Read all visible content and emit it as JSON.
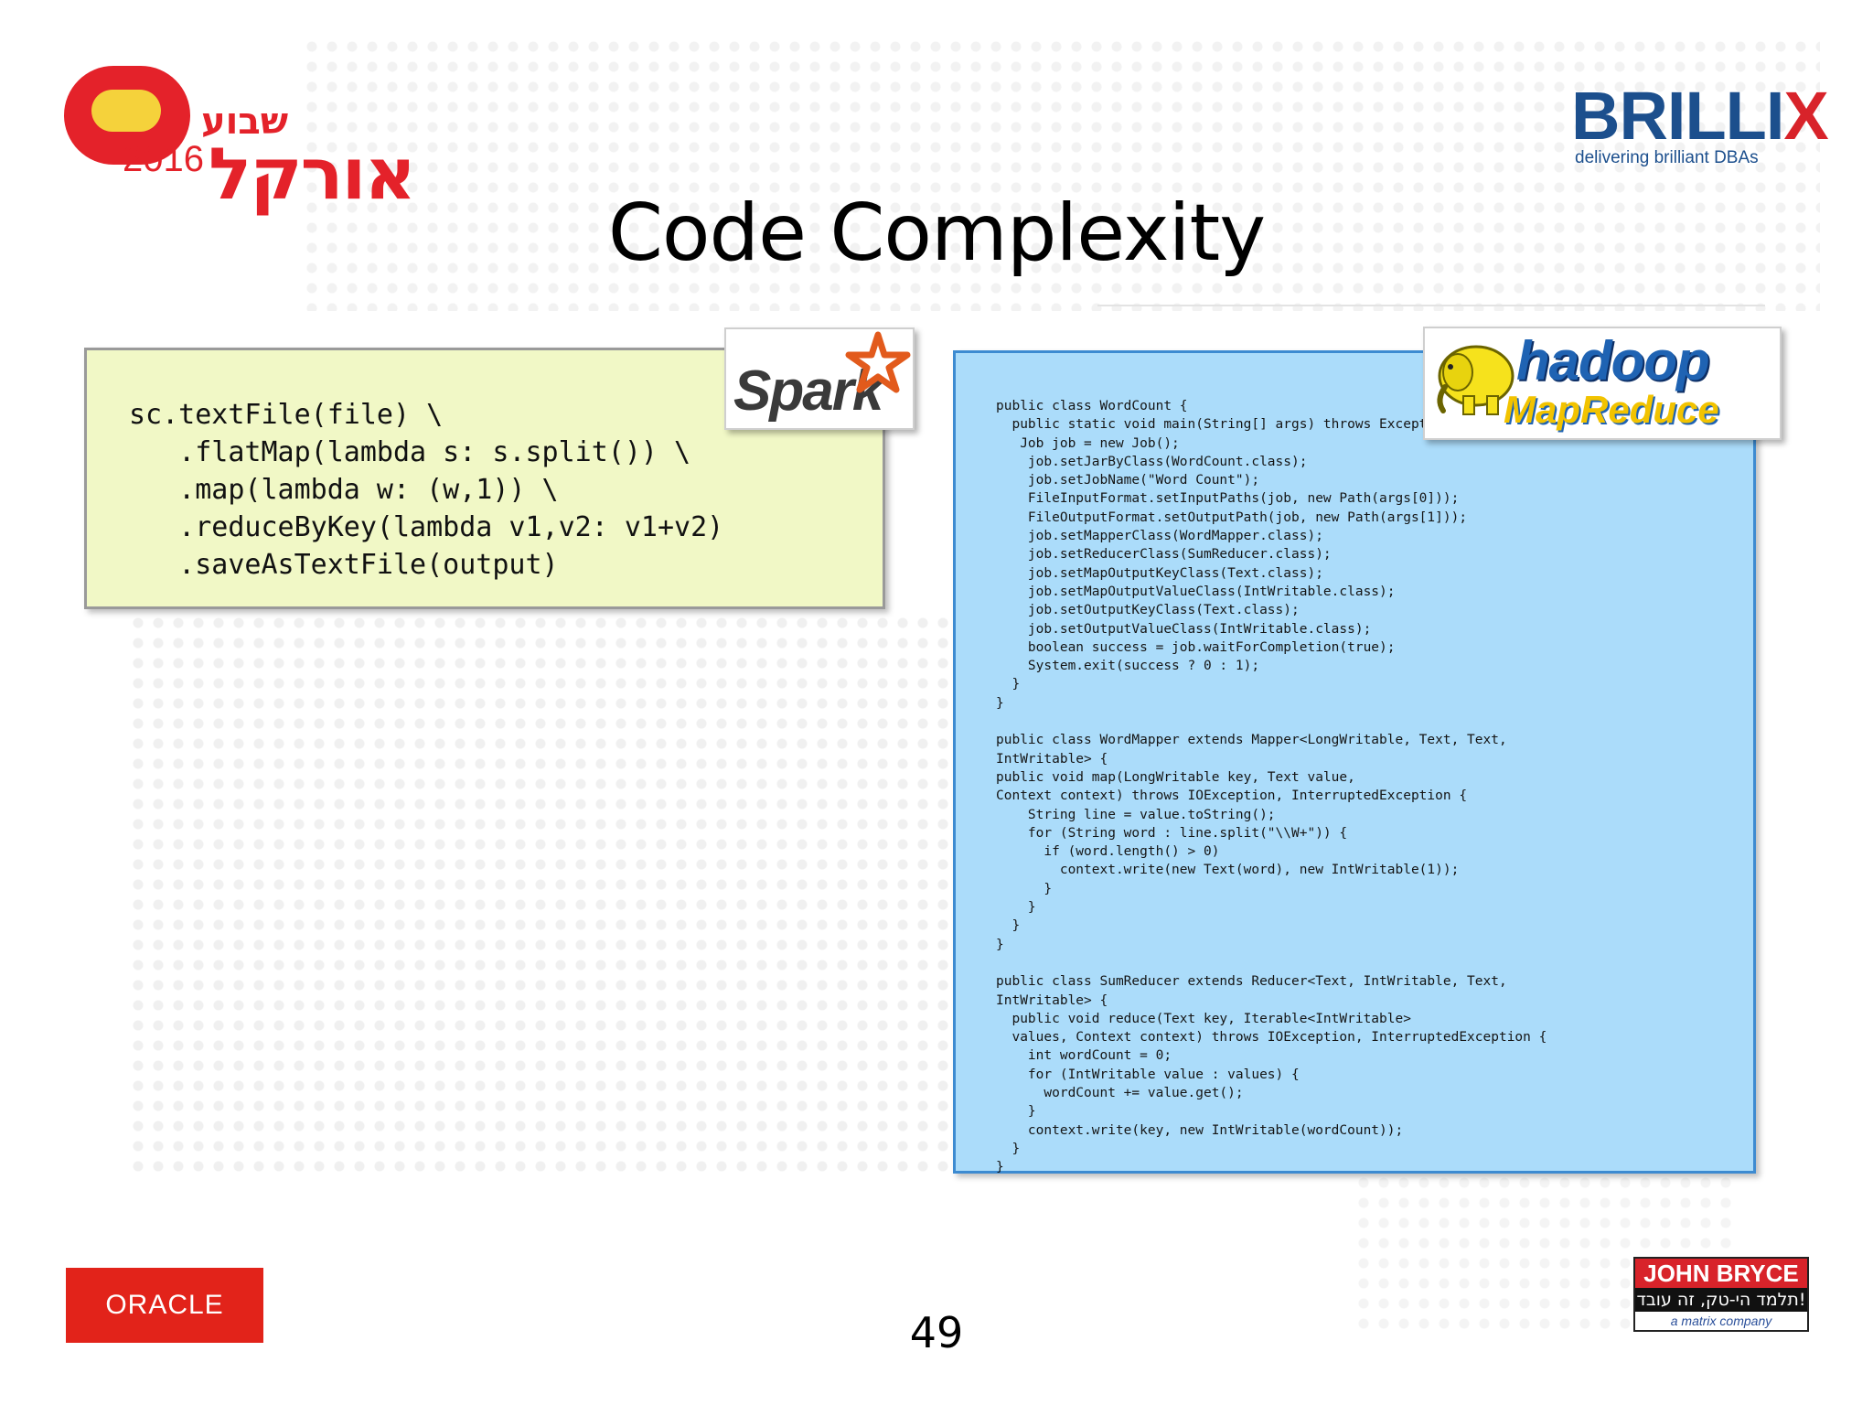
{
  "logos": {
    "left": {
      "hebrew_small": "שבוע",
      "hebrew_big": "אורקל",
      "year": "2016"
    },
    "right": {
      "brand_main": "BRILLI",
      "brand_x": "X",
      "tagline": "delivering brilliant DBAs"
    },
    "spark": "Spark",
    "hadoop": {
      "line1": "hadoop",
      "line2": "MapReduce"
    },
    "oracle": "ORACLE",
    "john_bryce": {
      "name": "JOHN BRYCE",
      "hebrew": "תלמד הי-טק, זה עובד!",
      "sub": "a matrix company"
    }
  },
  "title": "Code Complexity",
  "spark_code": "sc.textFile(file) \\\n   .flatMap(lambda s: s.split()) \\\n   .map(lambda w: (w,1)) \\\n   .reduceByKey(lambda v1,v2: v1+v2)\n   .saveAsTextFile(output)",
  "hadoop_code": "public class WordCount {\n  public static void main(String[] args) throws Exception {\n   Job job = new Job();\n    job.setJarByClass(WordCount.class);\n    job.setJobName(\"Word Count\");\n    FileInputFormat.setInputPaths(job, new Path(args[0]));\n    FileOutputFormat.setOutputPath(job, new Path(args[1]));\n    job.setMapperClass(WordMapper.class);\n    job.setReducerClass(SumReducer.class);\n    job.setMapOutputKeyClass(Text.class);\n    job.setMapOutputValueClass(IntWritable.class);\n    job.setOutputKeyClass(Text.class);\n    job.setOutputValueClass(IntWritable.class);\n    boolean success = job.waitForCompletion(true);\n    System.exit(success ? 0 : 1);\n  }\n}\n\npublic class WordMapper extends Mapper<LongWritable, Text, Text,\nIntWritable> {\npublic void map(LongWritable key, Text value,\nContext context) throws IOException, InterruptedException {\n    String line = value.toString();\n    for (String word : line.split(\"\\\\W+\")) {\n      if (word.length() > 0)\n        context.write(new Text(word), new IntWritable(1));\n      }\n    }\n  }\n}\n\npublic class SumReducer extends Reducer<Text, IntWritable, Text,\nIntWritable> {\n  public void reduce(Text key, Iterable<IntWritable>\n  values, Context context) throws IOException, InterruptedException {\n    int wordCount = 0;\n    for (IntWritable value : values) {\n      wordCount += value.get();\n    }\n    context.write(key, new IntWritable(wordCount));\n  }\n}",
  "page_number": "49"
}
